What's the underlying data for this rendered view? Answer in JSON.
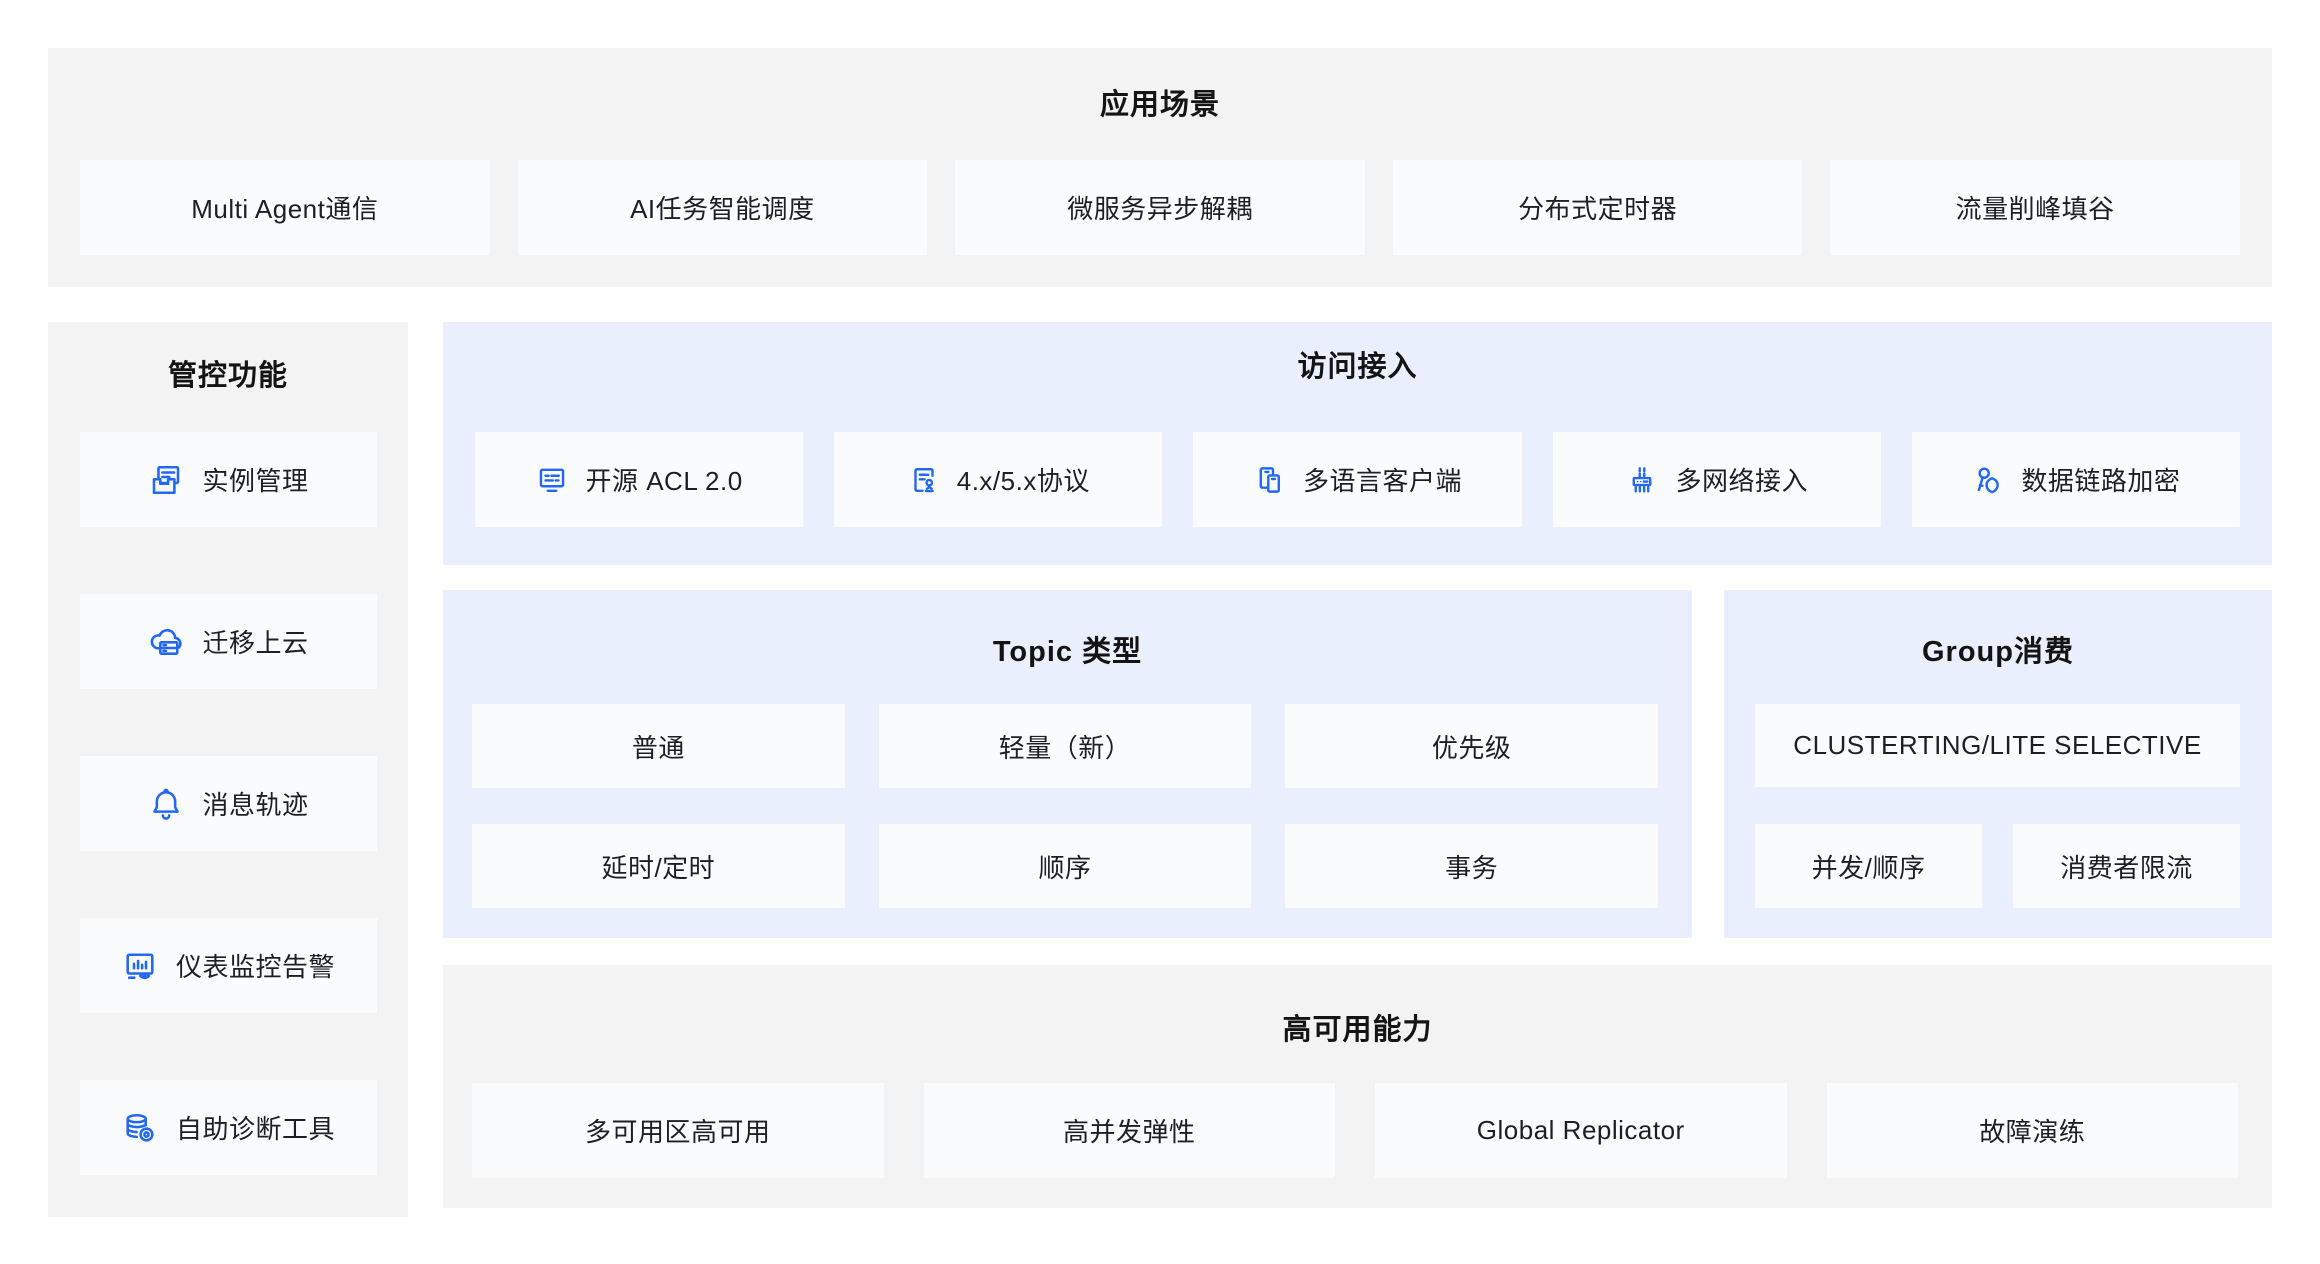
{
  "colors": {
    "accent_blue": "#2368f0",
    "panel_gray": "#f2f3f2",
    "panel_blue": "#e9effc",
    "card_bg": "#fafbfd",
    "text": "#1f1f1f"
  },
  "scenarios": {
    "title": "应用场景",
    "items": [
      "Multi Agent通信",
      "AI任务智能调度",
      "微服务异步解耦",
      "分布式定时器",
      "流量削峰填谷"
    ]
  },
  "management": {
    "title": "管控功能",
    "items": [
      {
        "icon": "instance-management-icon",
        "label": "实例管理"
      },
      {
        "icon": "cloud-migration-icon",
        "label": "迁移上云"
      },
      {
        "icon": "bell-icon",
        "label": "消息轨迹"
      },
      {
        "icon": "dashboard-monitor-icon",
        "label": "仪表监控告警"
      },
      {
        "icon": "database-diagnose-icon",
        "label": "自助诊断工具"
      }
    ]
  },
  "access": {
    "title": "访问接入",
    "items": [
      {
        "icon": "acl-screen-icon",
        "label": "开源 ACL 2.0"
      },
      {
        "icon": "protocol-document-icon",
        "label": "4.x/5.x协议"
      },
      {
        "icon": "multi-device-icon",
        "label": "多语言客户端"
      },
      {
        "icon": "network-hub-icon",
        "label": "多网络接入"
      },
      {
        "icon": "key-encryption-icon",
        "label": "数据链路加密"
      }
    ]
  },
  "topic": {
    "title": "Topic 类型",
    "rows": [
      [
        "普通",
        "轻量（新）",
        "优先级"
      ],
      [
        "延时/定时",
        "顺序",
        "事务"
      ]
    ]
  },
  "group": {
    "title": "Group消费",
    "wide": "CLUSTERTING/LITE SELECTIVE",
    "items": [
      "并发/顺序",
      "消费者限流"
    ]
  },
  "ha": {
    "title": "高可用能力",
    "items": [
      "多可用区高可用",
      "高并发弹性",
      "Global Replicator",
      "故障演练"
    ]
  }
}
